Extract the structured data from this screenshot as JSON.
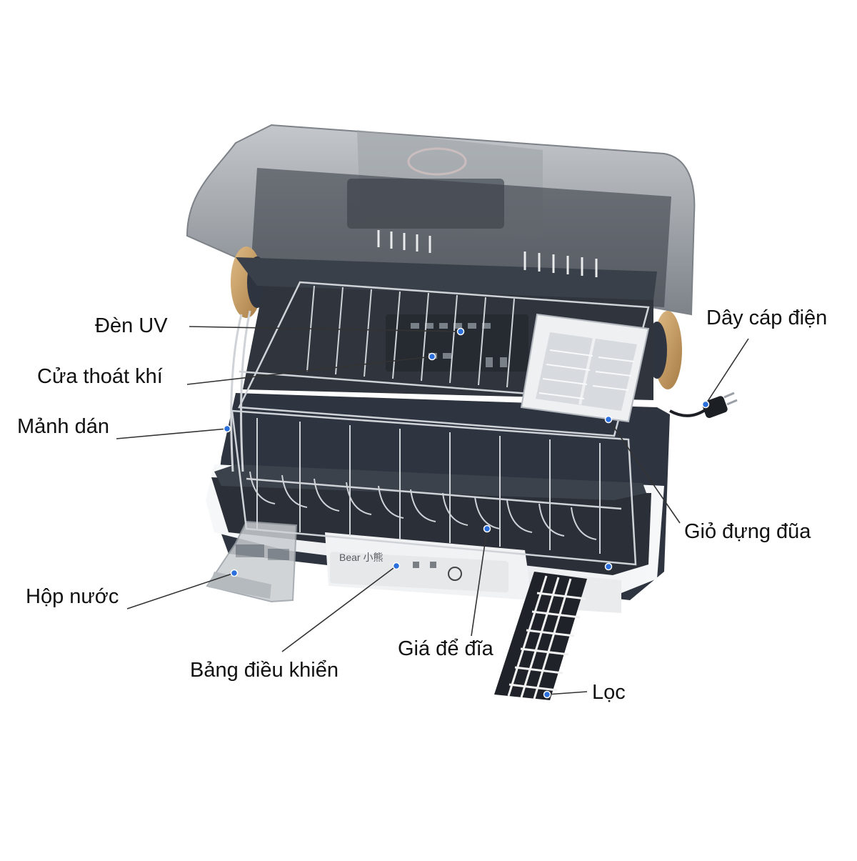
{
  "colors": {
    "background": "#ffffff",
    "label_text": "#111111",
    "leader_line": "#333333",
    "dot": "#2a6fdb",
    "body_dark": "#2f3540",
    "lid_tint": "#8a8f96",
    "metal_rack": "#c9ced4",
    "accent_wood": "#c9a06b",
    "white_panel": "#f4f5f6"
  },
  "brand_mark": "Bear 小熊",
  "labels": {
    "uv_lamp": "Đèn UV",
    "exhaust_vent": "Cửa thoát khí",
    "sticker": "Mảnh dán",
    "water_box": "Hộp nước",
    "control_panel": "Bảng điều khiển",
    "dish_rack": "Giá để đĩa",
    "filter": "Lọc",
    "chopstick_basket": "Giỏ đựng đũa",
    "power_cable": "Dây cáp điện"
  }
}
